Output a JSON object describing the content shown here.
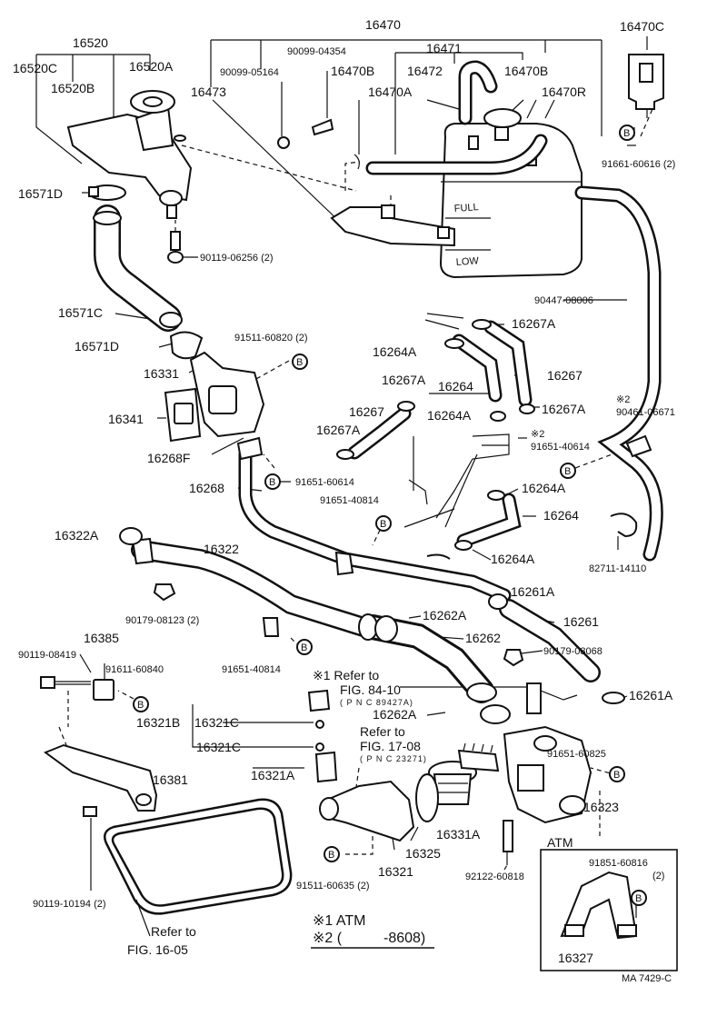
{
  "diagram": {
    "labels": {
      "p16470": "16470",
      "p16470C": "16470C",
      "p16520": "16520",
      "p16520C": "16520C",
      "p16520A": "16520A",
      "p16520B": "16520B",
      "p90099_04354": "90099-04354",
      "p16471": "16471",
      "p90099_05164": "90099-05164",
      "p16470B_a": "16470B",
      "p16472": "16472",
      "p16470B_b": "16470B",
      "p16473": "16473",
      "p16470A": "16470A",
      "p16470R": "16470R",
      "p91661_60616": "91661-60616 (2)",
      "p16571D_a": "16571D",
      "p90119_06256": "90119-06256 (2)",
      "p90447_08006": "90447-08006",
      "p16571C": "16571C",
      "p16267A_a": "16267A",
      "p91511_60820": "91511-60820 (2)",
      "p16571D_b": "16571D",
      "p16264A_a": "16264A",
      "p16331": "16331",
      "p16267A_b": "16267A",
      "p16267_a": "16267",
      "p16264_a": "16264",
      "p16267": "16267",
      "p16267A_c": "16267A",
      "p16341": "16341",
      "p16267A_d": "16267A",
      "p16264A_b": "16264A",
      "p90461_06671": "90461-06671",
      "p91651_40614": "91651-40614",
      "p16268F": "16268F",
      "p91651_60614": "91651-60614",
      "p16268": "16268",
      "p16264A_c": "16264A",
      "p91651_40814_a": "91651-40814",
      "p16264_b": "16264",
      "p16322A": "16322A",
      "p16322": "16322",
      "p16264A_d": "16264A",
      "p82711_14110": "82711-14110",
      "p16261A_a": "16261A",
      "p90179_08123": "90179-08123 (2)",
      "p16262A_a": "16262A",
      "p16261": "16261",
      "p16385": "16385",
      "p16262": "16262",
      "p90179_08068": "90179-08068",
      "p90119_08419": "90119-08419",
      "p91611_60840": "91611-60840",
      "p91651_40814_b": "91651-40814",
      "p16261A_b": "16261A",
      "p16262A_b": "16262A",
      "p16321B": "16321B",
      "p16321C_a": "16321C",
      "p16321C_b": "16321C",
      "p91651_60825": "91651-60825",
      "p16381": "16381",
      "p16321A": "16321A",
      "p16323": "16323",
      "p16331A": "16331A",
      "p16325": "16325",
      "p16321": "16321",
      "p91851_60816": "91851-60816",
      "p91851_60816_qty": "(2)",
      "p91511_60635": "91511-60635 (2)",
      "p92122_60818": "92122-60818",
      "p90119_10194": "90119-10194 (2)",
      "p16327": "16327",
      "mark2a": "※2",
      "mark2b": "※2"
    },
    "refs": {
      "ref1_line1": "※1 Refer to",
      "ref1_line2": "FIG. 84-10",
      "ref1_pnc": "( P N C 89427A)",
      "ref2_line1": "Refer to",
      "ref2_line2": "FIG. 17-08",
      "ref2_pnc": "( P N C 23271)",
      "ref3_line1": "Refer to",
      "ref3_line2": "FIG. 16-05"
    },
    "tank_marks": {
      "full": "FULL",
      "low": "LOW"
    },
    "badge_letter": "B",
    "atm_box_label": "ATM",
    "notes": {
      "note1": "※1 ATM",
      "note2_prefix": "※2 (",
      "note2_value": "-8608)"
    },
    "code": "MA 7429-C"
  }
}
